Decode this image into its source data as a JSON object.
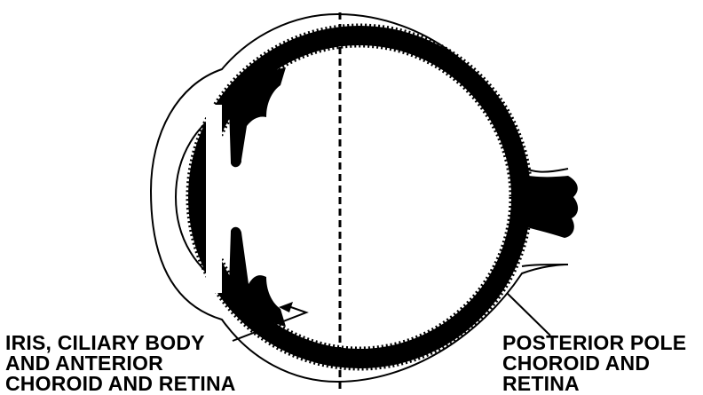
{
  "labels": {
    "anterior": {
      "line1": "IRIS, CILIARY BODY",
      "line2": "AND ANTERIOR",
      "line3": "CHOROID AND RETINA"
    },
    "posterior": {
      "line1": "POSTERIOR POLE",
      "line2": "CHOROID AND",
      "line3": "RETINA"
    }
  },
  "colors": {
    "ink": "#000000",
    "background": "#ffffff"
  }
}
